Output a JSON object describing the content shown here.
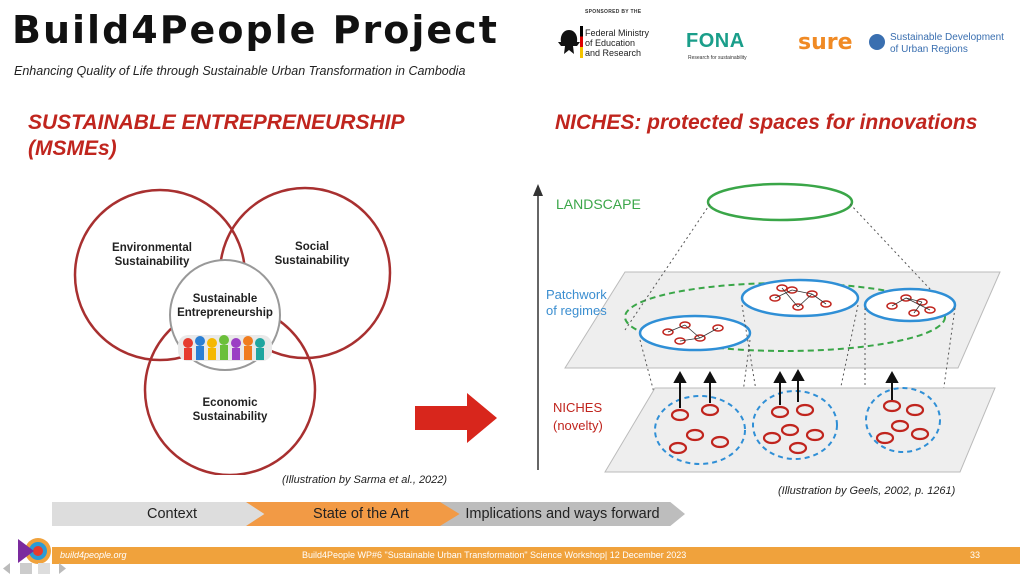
{
  "header": {
    "title": "Build4People Project",
    "subtitle": "Enhancing Quality of Life through Sustainable Urban Transformation in Cambodia"
  },
  "sponsors": {
    "sponsored_by": "SPONSORED BY THE",
    "bmbf_line1": "Federal Ministry",
    "bmbf_line2": "of Education",
    "bmbf_line3": "and Research",
    "fona": "FONA",
    "fona_tagline": "Research for sustainability",
    "sure_logo": "sure",
    "sure_line1": "Sustainable Development",
    "sure_line2": "of Urban Regions"
  },
  "left": {
    "heading_line1": "SUSTAINABLE ENTREPRENEURSHIP",
    "heading_line2": "(MSMEs)",
    "venn": {
      "environmental_1": "Environmental",
      "environmental_2": "Sustainability",
      "social_1": "Social",
      "social_2": "Sustainability",
      "economic_1": "Economic",
      "economic_2": "Sustainability",
      "core_1": "Sustainable",
      "core_2": "Entrepreneurship"
    },
    "credit": "(Illustration by Sarma et al., 2022)"
  },
  "right": {
    "heading": "NICHES: protected spaces for innovations",
    "landscape": "LANDSCAPE",
    "patchwork_1": "Patchwork",
    "patchwork_2": "of regimes",
    "niches_1": "NICHES",
    "niches_2": "(novelty)",
    "credit": "(Illustration by Geels, 2002, p. 1261)"
  },
  "nav": {
    "step1": "Context",
    "step2": "State of the Art",
    "step3": "Implications and ways forward"
  },
  "footer": {
    "url": "build4people.org",
    "center": "Build4People WP#6 \"Sustainable Urban Transformation\" Science Workshop| 12 December 2023",
    "page": "33"
  },
  "colors": {
    "accent_red": "#c0251e",
    "footer_orange": "#f0a23c",
    "active_step": "#f29a45",
    "inactive_step": "#dddddd",
    "green": "#3aa648",
    "blue": "#3b8ed0"
  }
}
